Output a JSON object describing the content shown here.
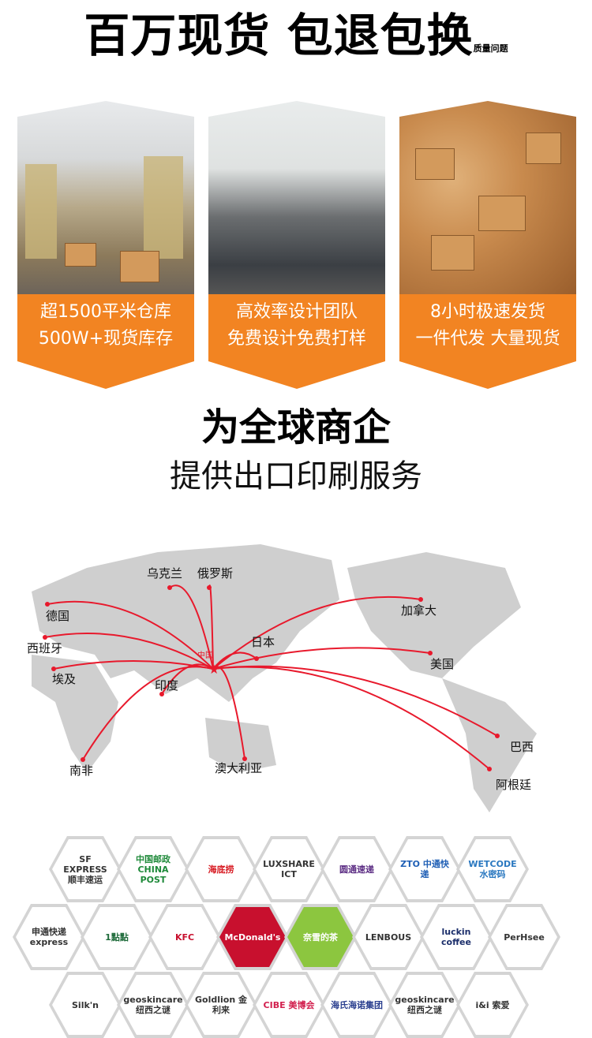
{
  "header": {
    "title": "百万现货 包退包换",
    "note": "质量问题"
  },
  "cards": [
    {
      "line1": "超1500平米仓库",
      "line2": "500W+现货库存"
    },
    {
      "line1": "高效率设计团队",
      "line2": "免费设计免费打样"
    },
    {
      "line1": "8小时极速发货",
      "line2": "一件代发 大量现货"
    }
  ],
  "section": {
    "title": "为全球商企",
    "subtitle": "提供出口印刷服务"
  },
  "map": {
    "origin": "中国",
    "line_color": "#e8192c",
    "destinations": [
      "乌克兰",
      "俄罗斯",
      "德国",
      "西班牙",
      "埃及",
      "印度",
      "南非",
      "澳大利亚",
      "日本",
      "加拿大",
      "美国",
      "巴西",
      "阿根廷"
    ]
  },
  "logos": [
    [
      "SF EXPRESS 顺丰速运",
      "中国邮政 CHINA POST",
      "海底捞",
      "LUXSHARE ICT",
      "圆通速递",
      "ZTO 中通快递",
      "WETCODE 水密码"
    ],
    [
      "申通快递 express",
      "1點點",
      "KFC",
      "McDonald's",
      "奈雪的茶",
      "LENBOUS",
      "luckin coffee",
      "PerHsee"
    ],
    [
      "Silk'n",
      "geoskincare 纽西之谜",
      "Goldlion 金利来",
      "CIBE 美博会",
      "海氏海诺集团",
      "geoskincare 纽西之谜",
      "i&i 索爱"
    ]
  ],
  "colors": {
    "orange": "#f28422",
    "red": "#e8192c"
  }
}
